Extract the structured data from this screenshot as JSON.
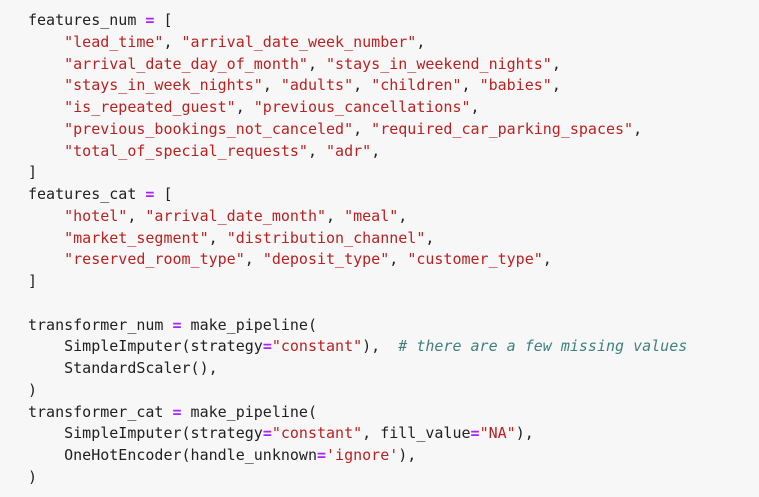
{
  "colors": {
    "background": "#f7f7f7",
    "plain": "#212121",
    "operator": "#AA22FF",
    "string": "#BA2121",
    "comment": "#408080"
  },
  "code": {
    "language": "python",
    "lines": [
      {
        "tokens": [
          {
            "c": "p",
            "t": "features_num "
          },
          {
            "c": "o",
            "t": "="
          },
          {
            "c": "p",
            "t": " ["
          }
        ]
      },
      {
        "tokens": [
          {
            "c": "p",
            "t": "    "
          },
          {
            "c": "s",
            "t": "\"lead_time\""
          },
          {
            "c": "p",
            "t": ", "
          },
          {
            "c": "s",
            "t": "\"arrival_date_week_number\""
          },
          {
            "c": "p",
            "t": ","
          }
        ]
      },
      {
        "tokens": [
          {
            "c": "p",
            "t": "    "
          },
          {
            "c": "s",
            "t": "\"arrival_date_day_of_month\""
          },
          {
            "c": "p",
            "t": ", "
          },
          {
            "c": "s",
            "t": "\"stays_in_weekend_nights\""
          },
          {
            "c": "p",
            "t": ","
          }
        ]
      },
      {
        "tokens": [
          {
            "c": "p",
            "t": "    "
          },
          {
            "c": "s",
            "t": "\"stays_in_week_nights\""
          },
          {
            "c": "p",
            "t": ", "
          },
          {
            "c": "s",
            "t": "\"adults\""
          },
          {
            "c": "p",
            "t": ", "
          },
          {
            "c": "s",
            "t": "\"children\""
          },
          {
            "c": "p",
            "t": ", "
          },
          {
            "c": "s",
            "t": "\"babies\""
          },
          {
            "c": "p",
            "t": ","
          }
        ]
      },
      {
        "tokens": [
          {
            "c": "p",
            "t": "    "
          },
          {
            "c": "s",
            "t": "\"is_repeated_guest\""
          },
          {
            "c": "p",
            "t": ", "
          },
          {
            "c": "s",
            "t": "\"previous_cancellations\""
          },
          {
            "c": "p",
            "t": ","
          }
        ]
      },
      {
        "tokens": [
          {
            "c": "p",
            "t": "    "
          },
          {
            "c": "s",
            "t": "\"previous_bookings_not_canceled\""
          },
          {
            "c": "p",
            "t": ", "
          },
          {
            "c": "s",
            "t": "\"required_car_parking_spaces\""
          },
          {
            "c": "p",
            "t": ","
          }
        ]
      },
      {
        "tokens": [
          {
            "c": "p",
            "t": "    "
          },
          {
            "c": "s",
            "t": "\"total_of_special_requests\""
          },
          {
            "c": "p",
            "t": ", "
          },
          {
            "c": "s",
            "t": "\"adr\""
          },
          {
            "c": "p",
            "t": ","
          }
        ]
      },
      {
        "tokens": [
          {
            "c": "p",
            "t": "]"
          }
        ]
      },
      {
        "tokens": [
          {
            "c": "p",
            "t": "features_cat "
          },
          {
            "c": "o",
            "t": "="
          },
          {
            "c": "p",
            "t": " ["
          }
        ]
      },
      {
        "tokens": [
          {
            "c": "p",
            "t": "    "
          },
          {
            "c": "s",
            "t": "\"hotel\""
          },
          {
            "c": "p",
            "t": ", "
          },
          {
            "c": "s",
            "t": "\"arrival_date_month\""
          },
          {
            "c": "p",
            "t": ", "
          },
          {
            "c": "s",
            "t": "\"meal\""
          },
          {
            "c": "p",
            "t": ","
          }
        ]
      },
      {
        "tokens": [
          {
            "c": "p",
            "t": "    "
          },
          {
            "c": "s",
            "t": "\"market_segment\""
          },
          {
            "c": "p",
            "t": ", "
          },
          {
            "c": "s",
            "t": "\"distribution_channel\""
          },
          {
            "c": "p",
            "t": ","
          }
        ]
      },
      {
        "tokens": [
          {
            "c": "p",
            "t": "    "
          },
          {
            "c": "s",
            "t": "\"reserved_room_type\""
          },
          {
            "c": "p",
            "t": ", "
          },
          {
            "c": "s",
            "t": "\"deposit_type\""
          },
          {
            "c": "p",
            "t": ", "
          },
          {
            "c": "s",
            "t": "\"customer_type\""
          },
          {
            "c": "p",
            "t": ","
          }
        ]
      },
      {
        "tokens": [
          {
            "c": "p",
            "t": "]"
          }
        ]
      },
      {
        "tokens": []
      },
      {
        "tokens": [
          {
            "c": "p",
            "t": "transformer_num "
          },
          {
            "c": "o",
            "t": "="
          },
          {
            "c": "p",
            "t": " make_pipeline("
          }
        ]
      },
      {
        "tokens": [
          {
            "c": "p",
            "t": "    SimpleImputer(strategy"
          },
          {
            "c": "o",
            "t": "="
          },
          {
            "c": "s",
            "t": "\"constant\""
          },
          {
            "c": "p",
            "t": "),  "
          },
          {
            "c": "c",
            "t": "# there are a few missing values"
          }
        ]
      },
      {
        "tokens": [
          {
            "c": "p",
            "t": "    StandardScaler(),"
          }
        ]
      },
      {
        "tokens": [
          {
            "c": "p",
            "t": ")"
          }
        ]
      },
      {
        "tokens": [
          {
            "c": "p",
            "t": "transformer_cat "
          },
          {
            "c": "o",
            "t": "="
          },
          {
            "c": "p",
            "t": " make_pipeline("
          }
        ]
      },
      {
        "tokens": [
          {
            "c": "p",
            "t": "    SimpleImputer(strategy"
          },
          {
            "c": "o",
            "t": "="
          },
          {
            "c": "s",
            "t": "\"constant\""
          },
          {
            "c": "p",
            "t": ", fill_value"
          },
          {
            "c": "o",
            "t": "="
          },
          {
            "c": "s",
            "t": "\"NA\""
          },
          {
            "c": "p",
            "t": "),"
          }
        ]
      },
      {
        "tokens": [
          {
            "c": "p",
            "t": "    OneHotEncoder(handle_unknown"
          },
          {
            "c": "o",
            "t": "="
          },
          {
            "c": "s",
            "t": "'ignore'"
          },
          {
            "c": "p",
            "t": "),"
          }
        ]
      },
      {
        "tokens": [
          {
            "c": "p",
            "t": ")"
          }
        ]
      }
    ]
  }
}
